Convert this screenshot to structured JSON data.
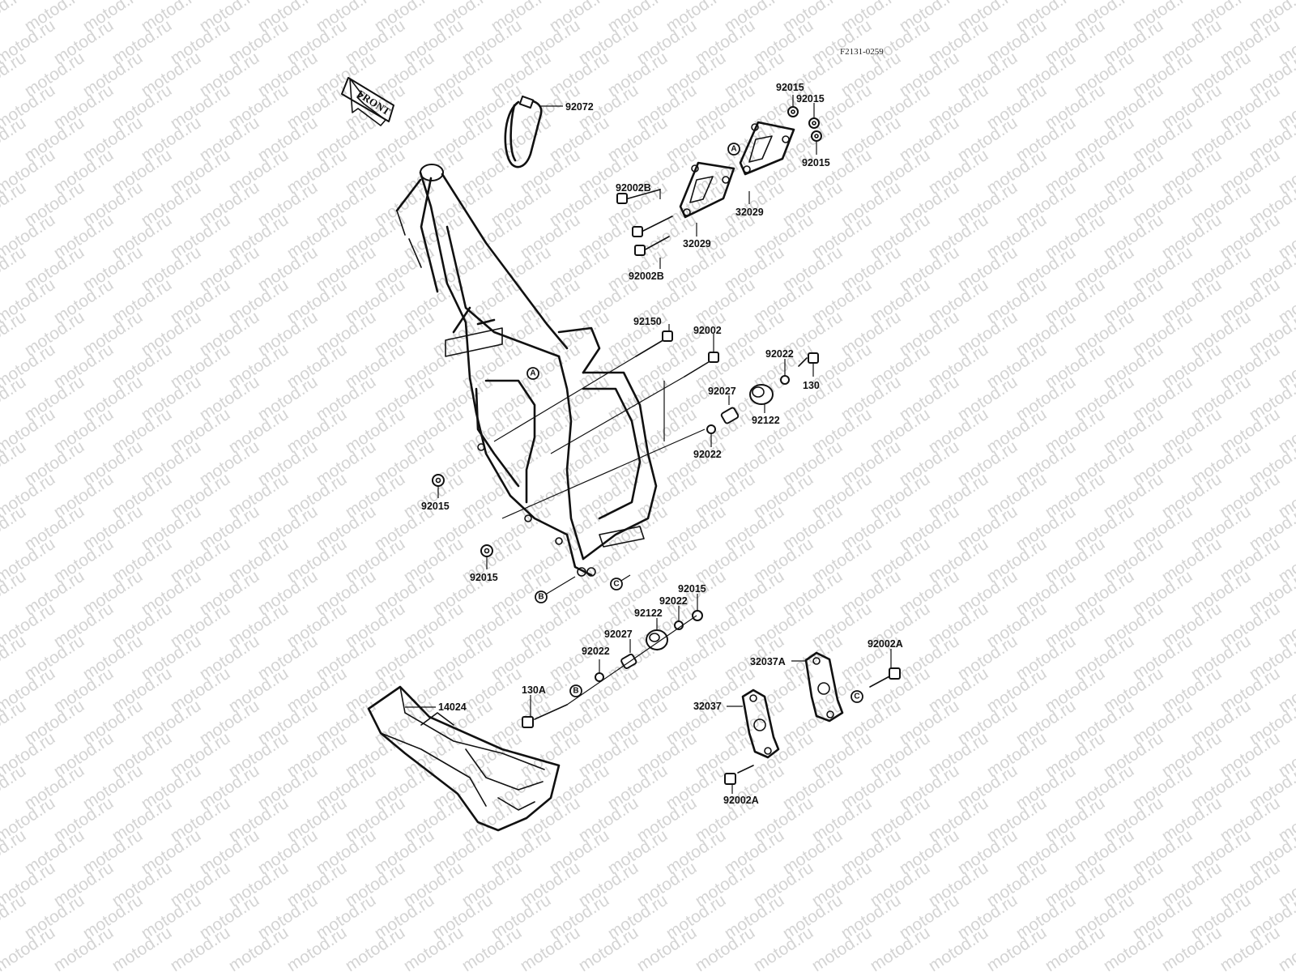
{
  "drawing_code": "F2131-0259",
  "front_label": "FRONT",
  "watermark": "motod.ru",
  "parts": {
    "p92072": "92072",
    "p92015_top1": "92015",
    "p92015_top2": "92015",
    "p92015_top3": "92015",
    "p92002B_upper": "92002B",
    "p92002B_lower": "92002B",
    "p32029_left": "32029",
    "p32029_right": "32029",
    "p92150": "92150",
    "p92002": "92002",
    "p92022_right": "92022",
    "p130": "130",
    "p92027_upper": "92027",
    "p92122_upper": "92122",
    "p92022_mid": "92022",
    "p92015_left_upper": "92015",
    "p92015_left_lower": "92015",
    "p92015_lower": "92015",
    "p92022_lower1": "92022",
    "p92122_lower": "92122",
    "p92027_lower": "92027",
    "p92022_lower2": "92022",
    "p130A": "130A",
    "p14024": "14024",
    "p32037A": "32037A",
    "p92002A_right": "92002A",
    "p32037": "32037",
    "p92002A_bottom": "92002A"
  },
  "markers": {
    "a_top": "A",
    "a_frame": "A",
    "b_frame": "B",
    "c_frame": "C",
    "b_bolt": "B",
    "c_bolt": "C"
  }
}
